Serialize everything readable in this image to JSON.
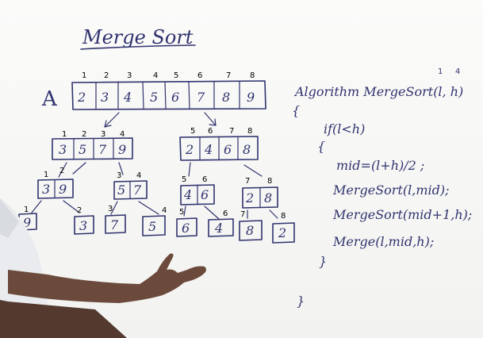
{
  "title": "Merge Sort",
  "array_label": "A",
  "indices": [
    "1",
    "2",
    "3",
    "4",
    "5",
    "6",
    "7",
    "8"
  ],
  "array": [
    "2",
    "3",
    "4",
    "5",
    "6",
    "7",
    "8",
    "9"
  ],
  "level1_left": {
    "indices": [
      "1",
      "2",
      "3",
      "4"
    ],
    "values": [
      "3",
      "5",
      "7",
      "9"
    ]
  },
  "level1_right": {
    "indices": [
      "5",
      "6",
      "7",
      "8"
    ],
    "values": [
      "2",
      "4",
      "6",
      "8"
    ]
  },
  "level2": [
    {
      "indices": [
        "1",
        "2"
      ],
      "values": [
        "3",
        "9"
      ]
    },
    {
      "indices": [
        "3",
        "4"
      ],
      "values": [
        "5",
        "7"
      ]
    },
    {
      "indices": [
        "5",
        "6"
      ],
      "values": [
        "4",
        "6"
      ]
    },
    {
      "indices": [
        "7",
        "8"
      ],
      "values": [
        "2",
        "8"
      ]
    }
  ],
  "level3": [
    {
      "index": "1",
      "value": "9"
    },
    {
      "index": "2",
      "value": "3"
    },
    {
      "index": "3",
      "value": "7"
    },
    {
      "index": "4",
      "value": "5"
    },
    {
      "index": "5",
      "value": "6"
    },
    {
      "index": "6",
      "value": "4"
    },
    {
      "index": "7",
      "value": "8"
    },
    {
      "index": "8",
      "value": "2"
    }
  ],
  "code": {
    "header": "Algorithm MergeSort(l, h)",
    "header_l_idx": "1",
    "header_h_idx": "4",
    "open_brace": "{",
    "if_line": "if(l<h)",
    "if_brace": "{",
    "lines": [
      "mid=(l+h)/2 ;",
      "MergeSort(l,mid);",
      "MergeSort(mid+1,h);",
      "Merge(l,mid,h);"
    ],
    "if_close": "}",
    "close_brace": "}"
  }
}
